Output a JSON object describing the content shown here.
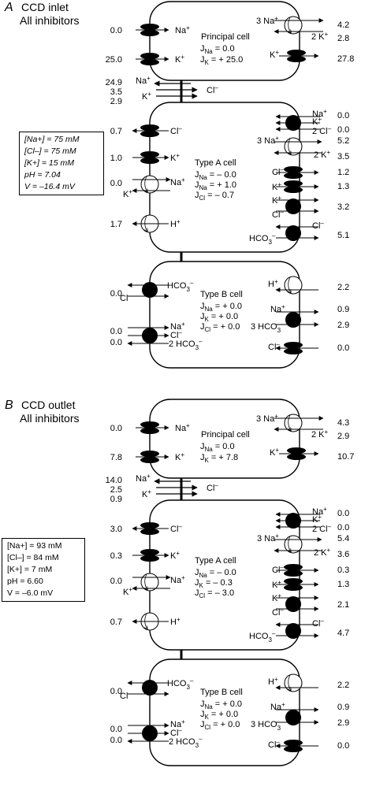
{
  "panelA": {
    "letter": "A",
    "title1": "CCD inlet",
    "title2": "All inhibitors",
    "conditions": [
      "[Na+] = 75 mM",
      "[Cl–] = 75 mM",
      "[K+] = 15 mM",
      "pH = 7.04",
      "V = –16.4 mV"
    ],
    "principal": {
      "name": "Principal cell",
      "flux": [
        [
          "J",
          "Na",
          " = 0.0"
        ],
        [
          "J",
          "K",
          " = + 25.0"
        ]
      ],
      "left": [
        {
          "label": "Na+",
          "value": "0.0"
        },
        {
          "label": "K+",
          "value": "25.0"
        }
      ],
      "right": [
        {
          "label": "3 Na+",
          "value": "4.2"
        },
        {
          "label": "2 K+",
          "value": "2.8"
        },
        {
          "label": "K+",
          "value": "27.8"
        }
      ]
    },
    "junction": {
      "values": [
        "24.9",
        "3.5",
        "2.9"
      ],
      "labels": [
        "Na+",
        "K+",
        "Cl–"
      ]
    },
    "typeA": {
      "name": "Type A cell",
      "flux": [
        [
          "J",
          "Na",
          " = – 0.0"
        ],
        [
          "J",
          "Na",
          " = + 1.0"
        ],
        [
          "J",
          "Cl",
          " = – 0.7"
        ]
      ],
      "left": [
        {
          "label": "Cl–",
          "value": "0.7"
        },
        {
          "label": "K+",
          "value": "1.0"
        },
        {
          "label": "Na+",
          "value": "0.0"
        },
        {
          "label": "K+",
          "value": ""
        },
        {
          "label": "H+",
          "value": "1.7"
        }
      ],
      "right": [
        {
          "label": "Na+",
          "value": "0.0"
        },
        {
          "label": "K+",
          "value": ""
        },
        {
          "label": "2 Cl–",
          "value": "0.0"
        },
        {
          "label": "3 Na+",
          "value": "5.2"
        },
        {
          "label": "2 K+",
          "value": "3.5"
        },
        {
          "label": "Cl–",
          "value": "1.2"
        },
        {
          "label": "K+",
          "value": "1.3"
        },
        {
          "label": "K+",
          "value": "3.2"
        },
        {
          "label": "Cl–",
          "value": ""
        },
        {
          "label": "HCO3–",
          "value": ""
        },
        {
          "label": "Cl–",
          "value": "5.1"
        }
      ]
    },
    "typeB": {
      "name": "Type B cell",
      "flux": [
        [
          "J",
          "Na",
          " = + 0.0"
        ],
        [
          "J",
          "K",
          " = + 0.0"
        ],
        [
          "J",
          "Cl",
          " = + 0.0"
        ]
      ],
      "left": [
        {
          "label": "HCO3–",
          "value": "0.0"
        },
        {
          "label": "Cl–",
          "value": ""
        },
        {
          "label": "Na+",
          "value": "0.0"
        },
        {
          "label": "Cl–",
          "value": ""
        },
        {
          "label": "2 HCO3–",
          "value": "0.0"
        }
      ],
      "right": [
        {
          "label": "H+",
          "value": "2.2"
        },
        {
          "label": "Na+",
          "value": "0.9"
        },
        {
          "label": "3 HCO3–",
          "value": "2.9"
        },
        {
          "label": "Cl–",
          "value": "0.0"
        }
      ]
    }
  },
  "panelB": {
    "letter": "B",
    "title1": "CCD outlet",
    "title2": "All inhibitors",
    "conditions": [
      "[Na+] = 93 mM",
      "[Cl–] = 84 mM",
      "[K+] = 7 mM",
      "pH = 6.60",
      "V = –6.0 mV"
    ],
    "principal": {
      "name": "Principal cell",
      "flux": [
        [
          "J",
          "Na",
          " =  0.0"
        ],
        [
          "J",
          "K",
          " = + 7.8"
        ]
      ],
      "left": [
        {
          "label": "Na+",
          "value": "0.0"
        },
        {
          "label": "K+",
          "value": "7.8"
        }
      ],
      "right": [
        {
          "label": "3 Na+",
          "value": "4.3"
        },
        {
          "label": "2 K+",
          "value": "2.9"
        },
        {
          "label": "K+",
          "value": "10.7"
        }
      ]
    },
    "junction": {
      "values": [
        "14.0",
        "2.5",
        "0.9"
      ],
      "labels": [
        "Na+",
        "K+",
        "Cl–"
      ]
    },
    "typeA": {
      "name": "Type A cell",
      "flux": [
        [
          "J",
          "Na",
          " = – 0.0"
        ],
        [
          "J",
          "K",
          " = – 0.3"
        ],
        [
          "J",
          "Cl",
          " = – 3.0"
        ]
      ],
      "left": [
        {
          "label": "Cl–",
          "value": "3.0"
        },
        {
          "label": "K+",
          "value": "0.3"
        },
        {
          "label": "Na+",
          "value": "0.0"
        },
        {
          "label": "K+",
          "value": ""
        },
        {
          "label": "H+",
          "value": "0.7"
        }
      ],
      "right": [
        {
          "label": "Na+",
          "value": "0.0"
        },
        {
          "label": "K+",
          "value": ""
        },
        {
          "label": "2 Cl–",
          "value": "0.0"
        },
        {
          "label": "3 Na+",
          "value": "5.4"
        },
        {
          "label": "2 K+",
          "value": "3.6"
        },
        {
          "label": "Cl–",
          "value": "0.3"
        },
        {
          "label": "K+",
          "value": "1.3"
        },
        {
          "label": "K+",
          "value": "2.1"
        },
        {
          "label": "Cl–",
          "value": ""
        },
        {
          "label": "HCO3–",
          "value": ""
        },
        {
          "label": "Cl–",
          "value": "4.7"
        }
      ]
    },
    "typeB": {
      "name": "Type B cell",
      "flux": [
        [
          "J",
          "Na",
          " = + 0.0"
        ],
        [
          "J",
          "K",
          " = + 0.0"
        ],
        [
          "J",
          "Cl",
          " = + 0.0"
        ]
      ],
      "left": [
        {
          "label": "HCO3–",
          "value": "0.0"
        },
        {
          "label": "Cl–",
          "value": ""
        },
        {
          "label": "Na+",
          "value": "0.0"
        },
        {
          "label": "Cl–",
          "value": ""
        },
        {
          "label": "2 HCO3–",
          "value": "0.0"
        }
      ],
      "right": [
        {
          "label": "H+",
          "value": "2.2"
        },
        {
          "label": "Na+",
          "value": "0.9"
        },
        {
          "label": "3 HCO3–",
          "value": "2.9"
        },
        {
          "label": "Cl–",
          "value": "0.0"
        }
      ]
    }
  }
}
